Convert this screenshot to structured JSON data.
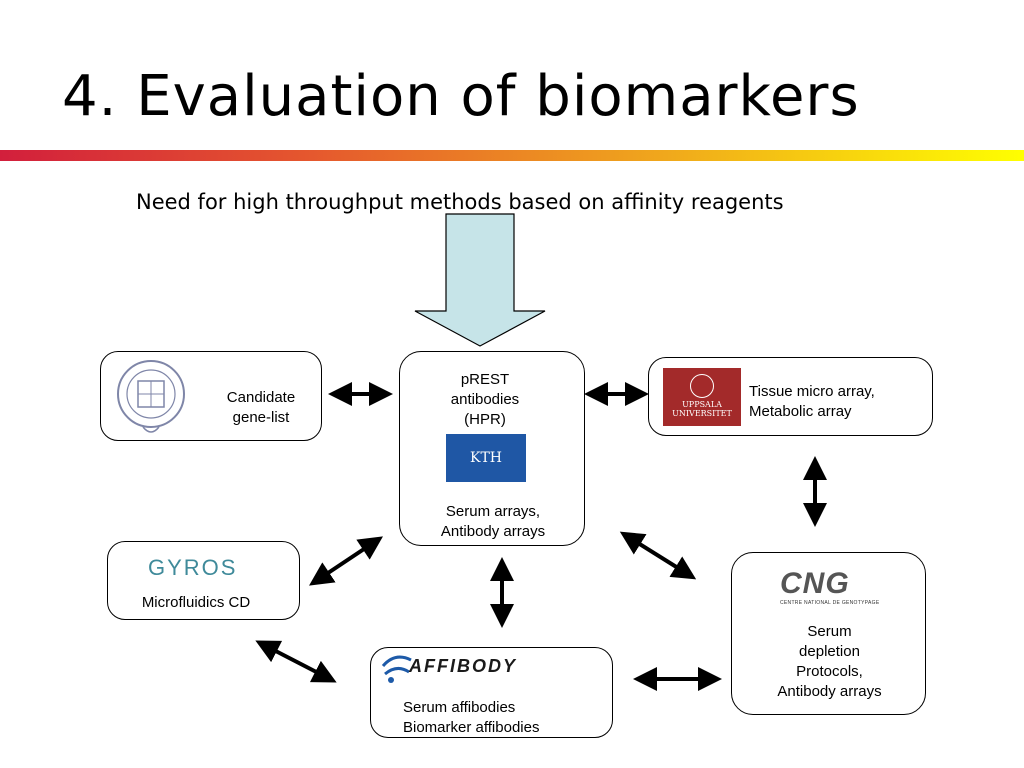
{
  "slide": {
    "title": "4. Evaluation of biomarkers",
    "subtitle": "Need for high throughput methods based on affinity reagents"
  },
  "nodes": {
    "oxford": {
      "label": [
        "Candidate",
        "gene-list"
      ]
    },
    "kth": {
      "label_top": [
        "pREST",
        "antibodies",
        "(HPR)"
      ],
      "label_bottom": [
        "Serum arrays,",
        "Antibody arrays"
      ],
      "logo_text": "KTH"
    },
    "uppsala": {
      "label": [
        "Tissue micro array,",
        "Metabolic array"
      ],
      "logo_text": [
        "UPPSALA",
        "UNIVERSITET"
      ]
    },
    "gyros": {
      "logo_text": "GYROS",
      "label": "Microfluidics CD"
    },
    "affibody": {
      "logo_text": "AFFIBODY",
      "label": [
        "Serum affibodies",
        "Biomarker affibodies"
      ]
    },
    "cng": {
      "logo_text": "CNG",
      "logo_subtext": "CENTRE NATIONAL DE GENOTYPAGE",
      "label": [
        "Serum",
        "depletion",
        "Protocols,",
        "Antibody arrays"
      ]
    }
  },
  "colors": {
    "down_arrow_fill": "#c6e4e8",
    "kth_blue": "#1f57a5",
    "uppsala_red": "#a32a2a",
    "gyros_teal": "#3f8a9a",
    "affibody_blue": "#1d5aa8",
    "cng_gray": "#555555"
  }
}
